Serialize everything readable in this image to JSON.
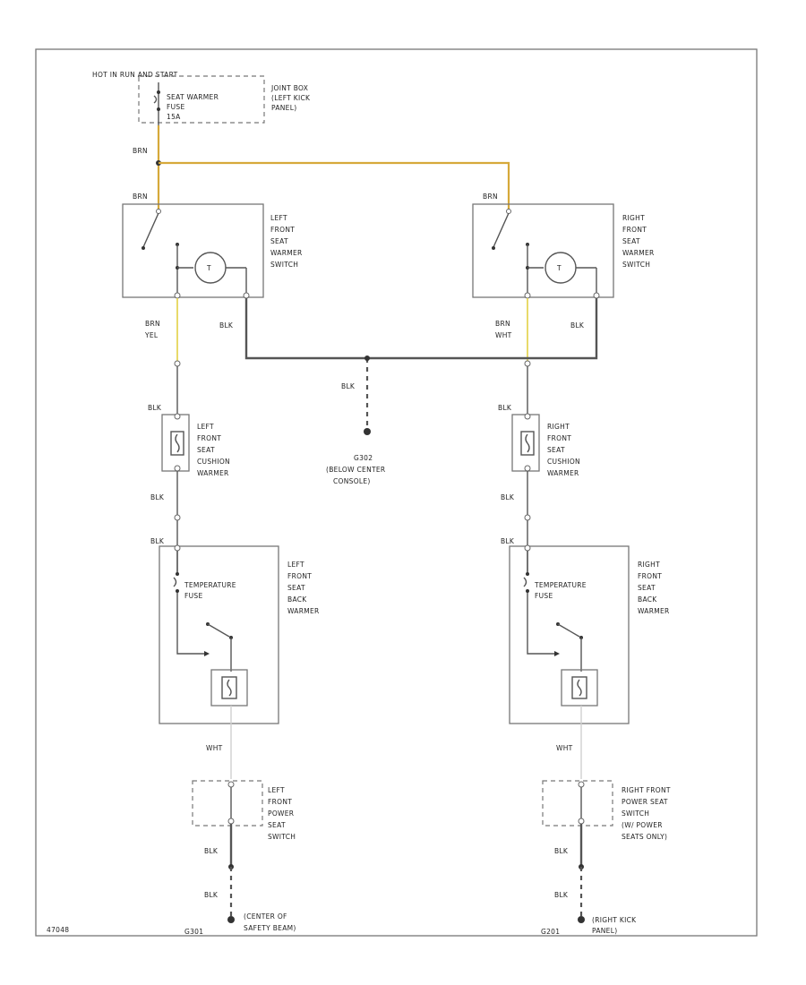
{
  "labels": {
    "hot_in_run": "HOT IN RUN AND START",
    "seat_warmer_fuse": [
      "SEAT WARMER",
      "FUSE",
      "15A"
    ],
    "joint_box": [
      "JOINT BOX",
      "(LEFT KICK",
      "PANEL)"
    ],
    "left_switch": [
      "LEFT",
      "FRONT",
      "SEAT",
      "WARMER",
      "SWITCH"
    ],
    "right_switch": [
      "RIGHT",
      "FRONT",
      "SEAT",
      "WARMER",
      "SWITCH"
    ],
    "left_cushion": [
      "LEFT",
      "FRONT",
      "SEAT",
      "CUSHION",
      "WARMER"
    ],
    "right_cushion": [
      "RIGHT",
      "FRONT",
      "SEAT",
      "CUSHION",
      "WARMER"
    ],
    "ground_g302": [
      "G302",
      "(BELOW CENTER",
      "CONSOLE)"
    ],
    "temperature_fuse": [
      "TEMPERATURE",
      "FUSE"
    ],
    "left_back": [
      "LEFT",
      "FRONT",
      "SEAT",
      "BACK",
      "WARMER"
    ],
    "right_back": [
      "RIGHT",
      "FRONT",
      "SEAT",
      "BACK",
      "WARMER"
    ],
    "left_power_switch": [
      "LEFT",
      "FRONT",
      "POWER",
      "SEAT",
      "SWITCH"
    ],
    "right_power_switch": [
      "RIGHT FRONT",
      "POWER SEAT",
      "SWITCH",
      "(W/ POWER",
      "SEATS ONLY)"
    ],
    "g301_label": "G301",
    "g301_loc": [
      "(CENTER OF",
      "SAFETY BEAM)"
    ],
    "g201_label": "G201",
    "g201_loc": [
      "(RIGHT KICK",
      "PANEL)"
    ],
    "wire_brn": "BRN",
    "wire_brn_yel": [
      "BRN",
      "YEL"
    ],
    "wire_brn_wht": [
      "BRN",
      "WHT"
    ],
    "wire_blk": "BLK",
    "wire_wht": "WHT",
    "thermo_symbol": "T",
    "footer_code": "47048"
  }
}
